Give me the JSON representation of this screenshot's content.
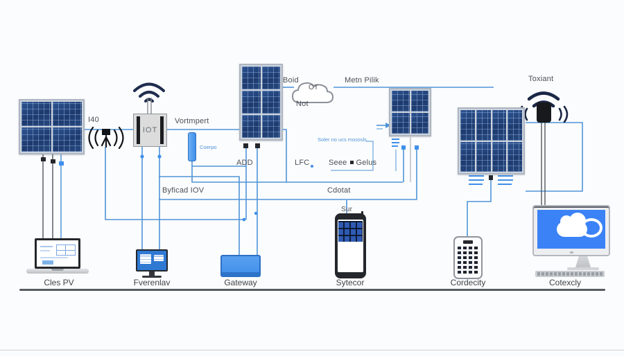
{
  "colors": {
    "wire_blue": "#4f94d9",
    "panel_cell_blue": "#1d3a6e",
    "accent_blue": "#3f8fea",
    "screen_blue": "#3b82f6",
    "signal_navy": "#1f2d4e"
  },
  "iot_box": {
    "label": "IOT"
  },
  "cloud": {
    "text": "OT",
    "below": "Not"
  },
  "labels": {
    "i40": "I40",
    "vortmpert": "Vortmpert",
    "coerpo": "Coerpo",
    "boid": "Boid",
    "metn_pilik": "Metn Pilik",
    "toxiant": "Toxiant",
    "add": "ADD",
    "lfc": "LFC",
    "seee": "Seee",
    "gelus": "Gelus",
    "soler_note": "Soler no ucs mosssls",
    "byficad": "Byficad IOV",
    "cdotat": "Cdotat",
    "sur": "Sur"
  },
  "devices": [
    {
      "id": "laptop",
      "label": "Cles PV"
    },
    {
      "id": "monitor1",
      "label": "Fverenlav"
    },
    {
      "id": "gateway",
      "label": "Gateway"
    },
    {
      "id": "phone",
      "label": "Sytecor"
    },
    {
      "id": "remote",
      "label": "Cordecity"
    },
    {
      "id": "monitor2",
      "label": "Cotexcly"
    }
  ],
  "icons": {
    "wifi": "wifi-signal-icon",
    "antenna": "broadcast-antenna-icon",
    "cloud_monitor": "cloud-icon"
  }
}
